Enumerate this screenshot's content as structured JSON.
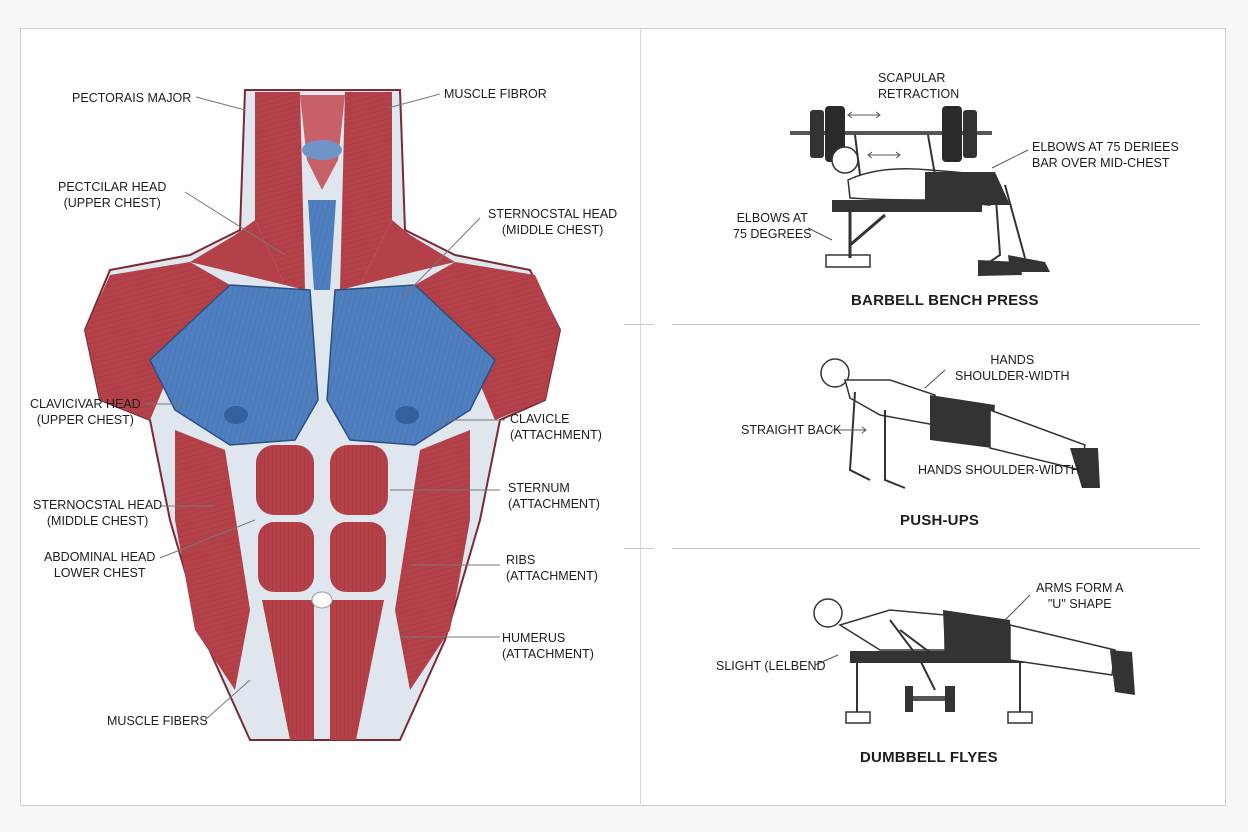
{
  "anatomy_labels": {
    "pectorais_major": "PECTORAIS MAJOR",
    "muscle_fibror": "MUSCLE FIBROR",
    "pectcilar_head": [
      "PECTCILAR HEAD",
      "(UPPER CHEST)"
    ],
    "sternocstal_top": [
      "STERNOCSTAL HEAD",
      "(MIDDLE CHEST)"
    ],
    "clavicivar_head": [
      "CLAVICIVAR HEAD",
      "(UPPER CHEST)"
    ],
    "clavicle": [
      "CLAVICLE",
      "(ATTACHMENT)"
    ],
    "sternocstal_left": [
      "STERNOCSTAL HEAD",
      "(MIDDLE CHEST)"
    ],
    "sternum": [
      "STERNUM",
      "(ATTACHMENT)"
    ],
    "abdominal_head": [
      "ABDOMINAL HEAD",
      "LOWER CHEST"
    ],
    "ribs": [
      "RIBS",
      "(ATTACHMENT)"
    ],
    "humerus": [
      "HUMERUS",
      "(ATTACHMENT)"
    ],
    "muscle_fibers": "MUSCLE FIBERS"
  },
  "exercises": [
    {
      "title": "BARBELL BENCH PRESS",
      "notes": {
        "scapular": [
          "SCAPULAR",
          "RETRACTION"
        ],
        "elbows_right": [
          "ELBOWS AT 75 DERIEES",
          "BAR OVER MID-CHEST"
        ],
        "elbows_left": [
          "ELBOWS AT",
          "75 DEGREES"
        ]
      }
    },
    {
      "title": "PUSH-UPS",
      "notes": {
        "hands_top": [
          "HANDS",
          "SHOULDER-WIDTH"
        ],
        "straight_back": "STRAIGHT BACK",
        "hands_bottom": "HANDS SHOULDER-WIDTH"
      }
    },
    {
      "title": "DUMBBELL FLYES",
      "notes": {
        "arms": [
          "ARMS FORM A",
          "\"U\" SHAPE"
        ],
        "slight_bend": "SLIGHT (LELBEND"
      }
    }
  ],
  "colors": {
    "muscle_red": "#b4414a",
    "pec_blue": "#4f7fbf",
    "tendon": "#dfe6ee"
  }
}
